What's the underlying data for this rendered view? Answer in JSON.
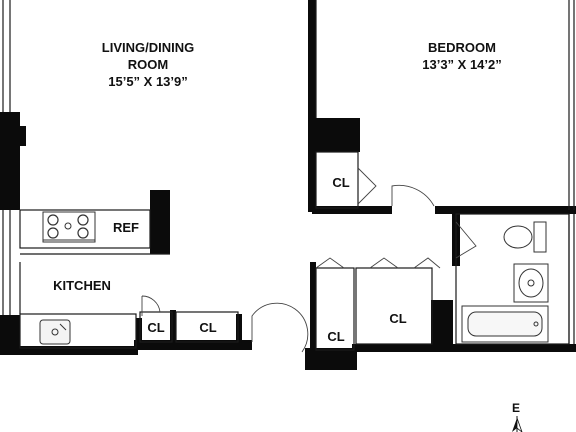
{
  "rooms": {
    "living": {
      "name_line1": "LIVING/DINING",
      "name_line2": "ROOM",
      "dims": "15’5” X 13’9”"
    },
    "bedroom": {
      "name": "BEDROOM",
      "dims": "13’3” X 14’2”"
    },
    "kitchen": {
      "name": "KITCHEN"
    },
    "ref": {
      "label": "REF"
    },
    "closets": [
      "CL",
      "CL",
      "CL",
      "CL",
      "CL"
    ]
  },
  "compass": {
    "label": "E"
  },
  "colors": {
    "wall": "#0b0b0b",
    "line": "#1a1a1a",
    "background": "#ffffff"
  }
}
